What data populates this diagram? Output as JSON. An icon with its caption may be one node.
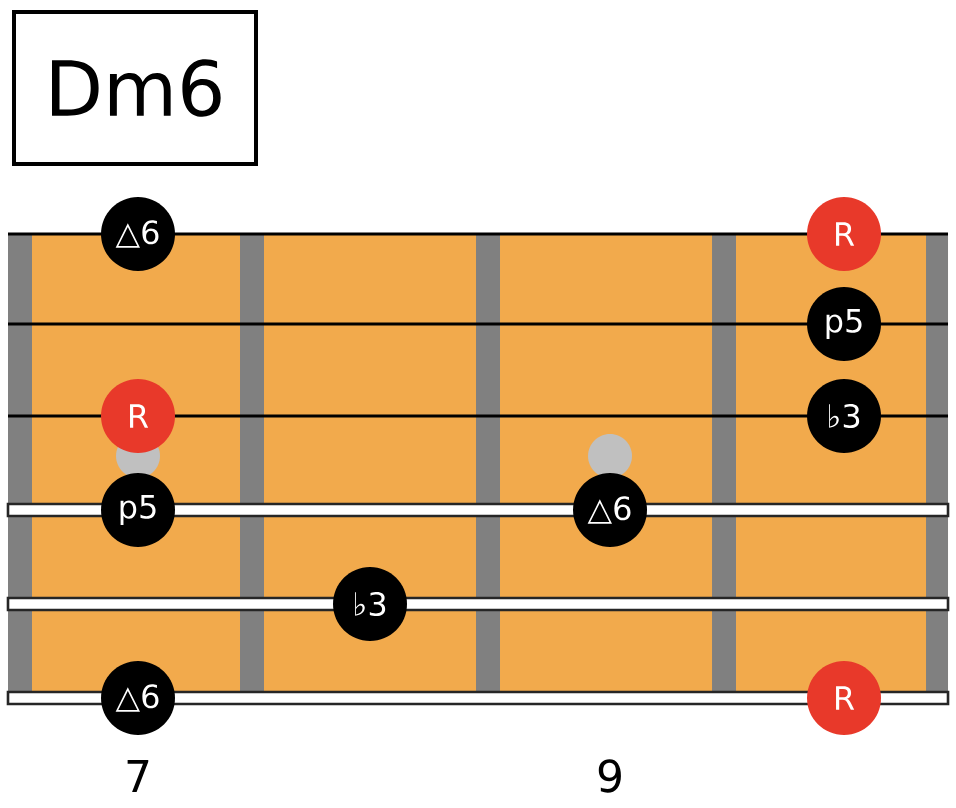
{
  "diagram": {
    "title": "Dm6",
    "nodes": [
      {
        "text": [
          "△6"
        ]
      },
      {
        "text": [
          "R"
        ]
      },
      {
        "text": [
          "p5"
        ]
      },
      {
        "text": [
          "R"
        ]
      },
      {
        "text": [
          "♭3"
        ]
      },
      {
        "text": [
          "p5"
        ]
      },
      {
        "text": [
          "△6"
        ]
      },
      {
        "text": [
          "♭3"
        ]
      },
      {
        "text": [
          "△6"
        ]
      },
      {
        "text": [
          "R"
        ]
      }
    ],
    "labels": [
      "7",
      "9"
    ]
  }
}
